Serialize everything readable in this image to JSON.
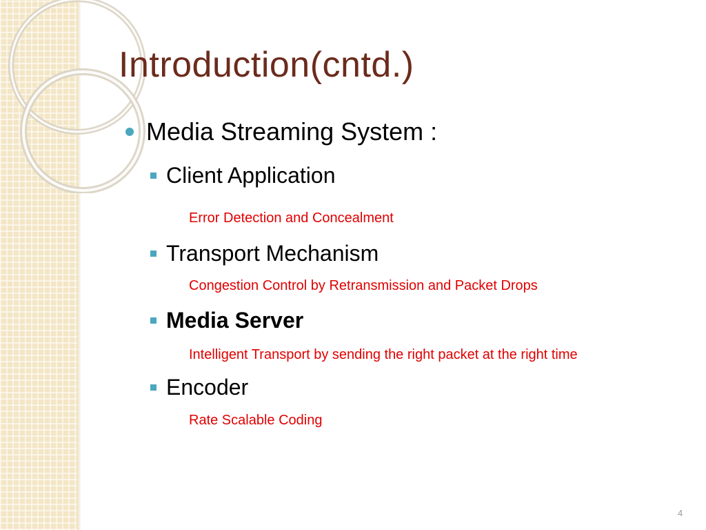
{
  "slide": {
    "title": "Introduction(cntd.)",
    "main_bullet": "Media Streaming System :",
    "items": [
      {
        "label": "Client Application",
        "note": "Error Detection and Concealment",
        "bold": false
      },
      {
        "label": "Transport Mechanism",
        "note": "Congestion Control by Retransmission and Packet Drops",
        "bold": false
      },
      {
        "label": "Media Server",
        "note": "Intelligent Transport by sending the right packet at the right time",
        "bold": true
      },
      {
        "label": "Encoder",
        "note": "Rate Scalable Coding",
        "bold": false
      }
    ],
    "page_number": "4"
  },
  "colors": {
    "title": "#6b2b1d",
    "bullet": "#4aa7bd",
    "note": "#e00000",
    "band": "#f3e6c6"
  }
}
